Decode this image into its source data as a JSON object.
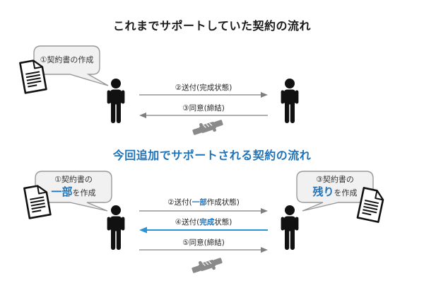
{
  "top": {
    "title": "これまでサポートしていた契約の流れ",
    "bubble_left": {
      "text": "①契約書の作成"
    },
    "arrows": [
      {
        "pre": "②送付(完成状態)",
        "hl": "",
        "post": "",
        "direction": "right",
        "style": "gray"
      },
      {
        "pre": "③同意(締結)",
        "hl": "",
        "post": "",
        "direction": "left",
        "style": "gray"
      }
    ]
  },
  "bottom": {
    "title": "今回追加でサポートされる契約の流れ",
    "bubble_left": {
      "line1": "①契約書の",
      "hl": "一部",
      "suffix": "を作成"
    },
    "bubble_right": {
      "line1": "③契約書の",
      "hl": "残り",
      "suffix": "を作成"
    },
    "arrows": [
      {
        "pre": "②送付(",
        "hl": "一部",
        "post": "作成状態)",
        "direction": "right",
        "style": "gray"
      },
      {
        "pre": "④送付(",
        "hl": "完成",
        "post": "状態)",
        "direction": "left",
        "style": "blue"
      },
      {
        "pre": "⑤同意(締結)",
        "hl": "",
        "post": "",
        "direction": "right",
        "style": "gray"
      }
    ]
  },
  "colors": {
    "accent_blue": "#1e73b9",
    "arrow_blue": "#2b93d6",
    "arrow_gray": "#7f7f7f",
    "bubble_fill": "#f1f1f1",
    "bubble_border": "#999999",
    "handshake_gray": "#8a8a8a",
    "person_black": "#111111"
  }
}
